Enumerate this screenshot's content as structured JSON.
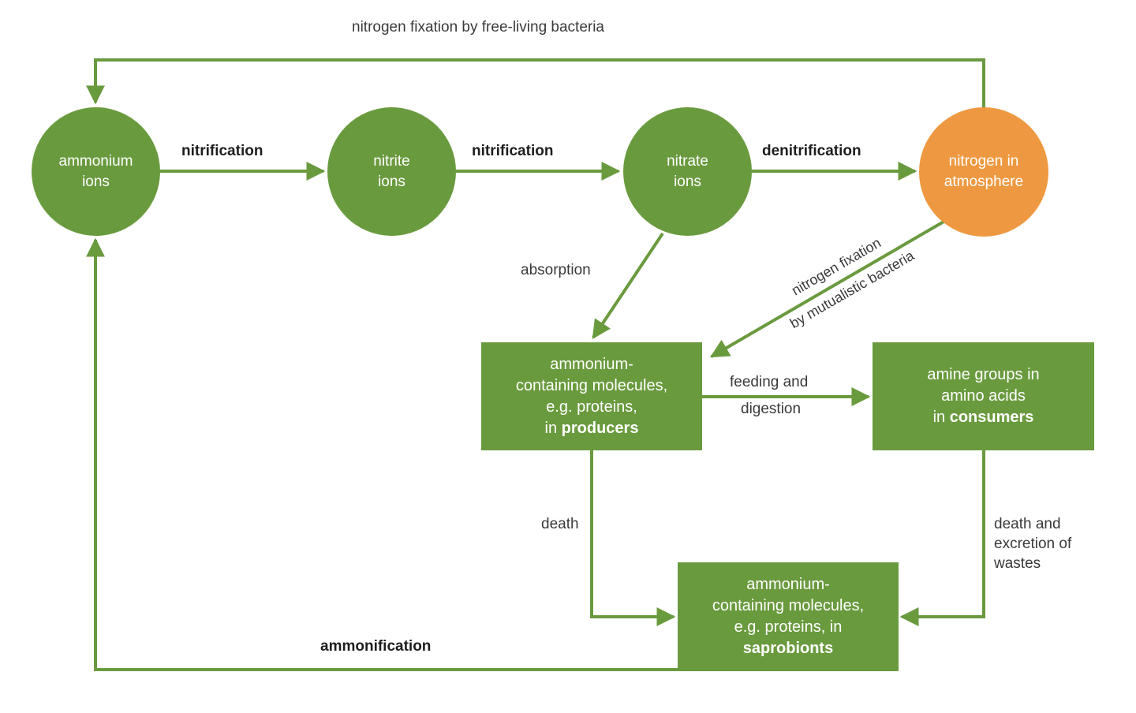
{
  "colors": {
    "green": "#6a9a3e",
    "orange": "#ee9941",
    "text": "#3a3a3a"
  },
  "nodes": {
    "ammonium_ions": "ammonium\nions",
    "nitrite_ions": "nitrite\nions",
    "nitrate_ions": "nitrate\nions",
    "nitrogen_atmosphere": "nitrogen in\natmosphere",
    "producers": {
      "line1": "ammonium-",
      "line2": "containing molecules,",
      "line3": "e.g. proteins,",
      "line4_prefix": "in ",
      "line4_bold": "producers"
    },
    "consumers": {
      "line1": "amine groups in",
      "line2": "amino acids",
      "line3_prefix": "in ",
      "line3_bold": "consumers"
    },
    "saprobionts": {
      "line1": "ammonium-",
      "line2": "containing molecules,",
      "line3": "e.g. proteins, in",
      "line4_bold": "saprobionts"
    }
  },
  "labels": {
    "free_living": "nitrogen fixation by free-living bacteria",
    "nitrification_1": "nitrification",
    "nitrification_2": "nitrification",
    "denitrification": "denitrification",
    "absorption": "absorption",
    "mutualistic_1": "nitrogen fixation",
    "mutualistic_2": "by mutualistic bacteria",
    "feeding_1": "feeding and",
    "feeding_2": "digestion",
    "death": "death",
    "death_excretion_1": "death and",
    "death_excretion_2": "excretion of",
    "death_excretion_3": "wastes",
    "ammonification": "ammonification"
  }
}
